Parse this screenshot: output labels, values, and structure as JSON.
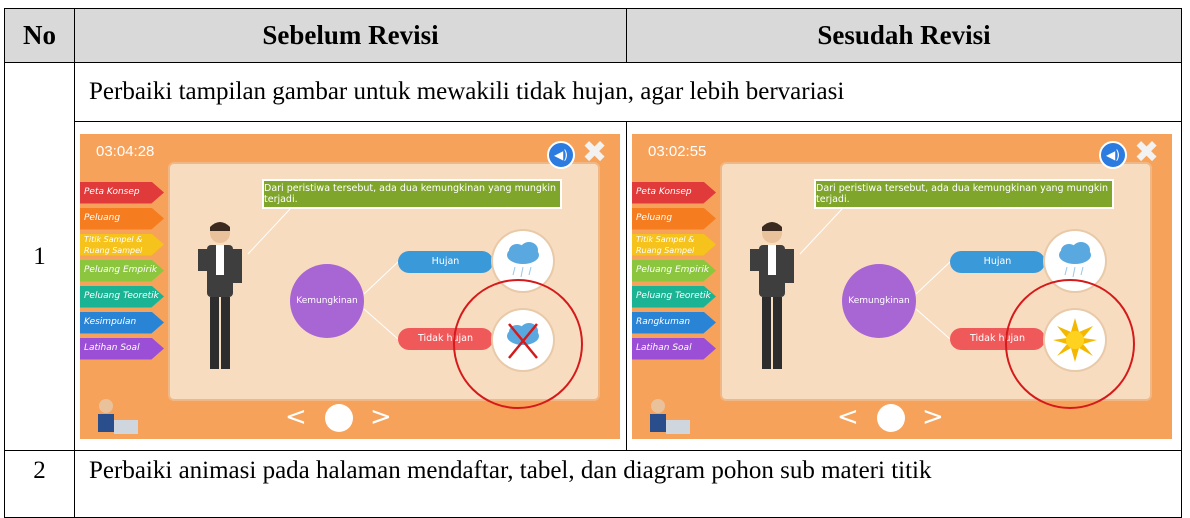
{
  "table": {
    "headers": [
      "No",
      "Sebelum Revisi",
      "Sesudah Revisi"
    ],
    "rows": [
      {
        "no": "1",
        "text": "Perbaiki tampilan gambar untuk mewakili tidak hujan, agar lebih bervariasi"
      },
      {
        "no": "2",
        "text": "Perbaiki animasi pada halaman mendaftar, tabel, dan diagram pohon sub materi titik"
      }
    ]
  },
  "before": {
    "timer": "03:04:28",
    "menu": [
      "Peta Konsep",
      "Peluang",
      "Titik Sampel & Ruang Sampel",
      "Peluang Empirik",
      "Peluang Teoretik",
      "Kesimpulan",
      "Latihan Soal"
    ],
    "speech": "Dari peristiwa tersebut, ada dua kemungkinan yang mungkin terjadi.",
    "center": "Kemungkinan",
    "hujan": "Hujan",
    "tidak_hujan": "Tidak hujan"
  },
  "after": {
    "timer": "03:02:55",
    "menu": [
      "Peta Konsep",
      "Peluang",
      "Titik Sampel & Ruang Sampel",
      "Peluang Empirik",
      "Peluang Teoretik",
      "Rangkuman",
      "Latihan Soal"
    ],
    "speech": "Dari peristiwa tersebut, ada dua kemungkinan yang mungkin terjadi.",
    "center": "Kemungkinan",
    "hujan": "Hujan",
    "tidak_hujan": "Tidak hujan"
  },
  "colors": {
    "menu": [
      "#e03a3a",
      "#f57d1f",
      "#f6c21c",
      "#8cc63f",
      "#1ab394",
      "#2a84d6",
      "#9b4fd6"
    ],
    "header_bg": "#d9d9d9",
    "panel_bg": "#f7a25a",
    "board_bg": "#f8dcc0"
  }
}
